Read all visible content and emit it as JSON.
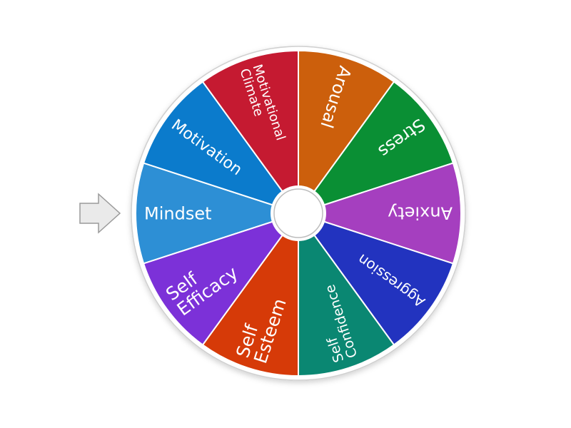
{
  "wheel": {
    "segments": [
      {
        "lines": [
          "Mindset"
        ],
        "color": "#2d8fd5",
        "angle": 180,
        "size": 24
      },
      {
        "lines": [
          "Motivation"
        ],
        "color": "#0b7bcc",
        "angle": 216,
        "size": 22
      },
      {
        "lines": [
          "Motivational",
          "Climate"
        ],
        "color": "#c51a31",
        "angle": 252,
        "size": 18
      },
      {
        "lines": [
          "Arousal"
        ],
        "color": "#cc5f0c",
        "angle": 288,
        "size": 24
      },
      {
        "lines": [
          "Stress"
        ],
        "color": "#0a8f34",
        "angle": 324,
        "size": 24
      },
      {
        "lines": [
          "Anxiety"
        ],
        "color": "#a53fbf",
        "angle": 0,
        "size": 24
      },
      {
        "lines": [
          "Aggression"
        ],
        "color": "#2233bf",
        "angle": 36,
        "size": 20
      },
      {
        "lines": [
          "Self",
          "Confidence"
        ],
        "color": "#0a8772",
        "angle": 72,
        "size": 19
      },
      {
        "lines": [
          "Self",
          "Esteem"
        ],
        "color": "#d63a08",
        "angle": 108,
        "size": 25
      },
      {
        "lines": [
          "Self",
          "Efficacy"
        ],
        "color": "#7c31d8",
        "angle": 144,
        "size": 25
      }
    ]
  },
  "pointer": {
    "icon": "arrow-right-icon"
  }
}
